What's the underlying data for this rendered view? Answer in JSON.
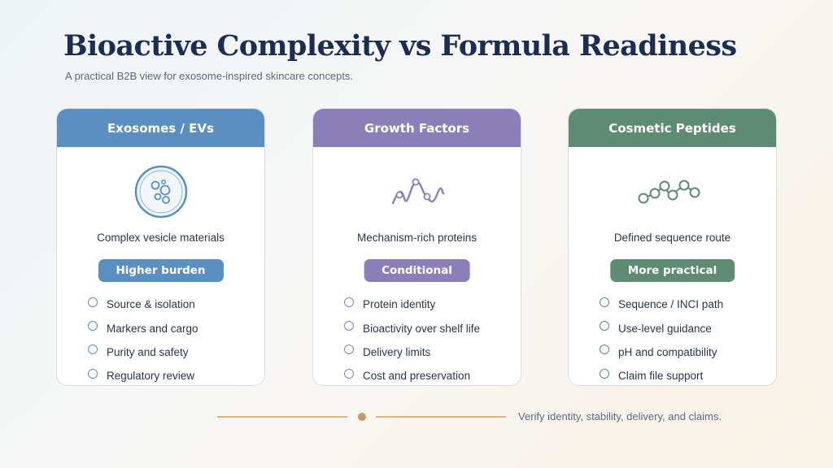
{
  "title": "Bioactive Complexity vs Formula Readiness",
  "subtitle": "A practical B2B view for exosome-inspired skincare concepts.",
  "cards": [
    {
      "header": "Exosomes / EVs",
      "description": "Complex vesicle materials",
      "badge": "Higher burden",
      "icon": "vesicle-icon",
      "color": "#5a8fbf",
      "items": [
        "Source & isolation",
        "Markers and cargo",
        "Purity and safety",
        "Regulatory review"
      ]
    },
    {
      "header": "Growth Factors",
      "description": "Mechanism-rich proteins",
      "badge": "Conditional",
      "icon": "protein-wave-icon",
      "color": "#8a7fb8",
      "items": [
        "Protein identity",
        "Bioactivity over shelf life",
        "Delivery limits",
        "Cost and preservation"
      ]
    },
    {
      "header": "Cosmetic Peptides",
      "description": "Defined sequence route",
      "badge": "More practical",
      "icon": "peptide-chain-icon",
      "color": "#5f8a73",
      "items": [
        "Sequence / INCI path",
        "Use-level guidance",
        "pH and compatibility",
        "Claim file support"
      ]
    }
  ],
  "footer": "Verify identity, stability, delivery, and claims."
}
